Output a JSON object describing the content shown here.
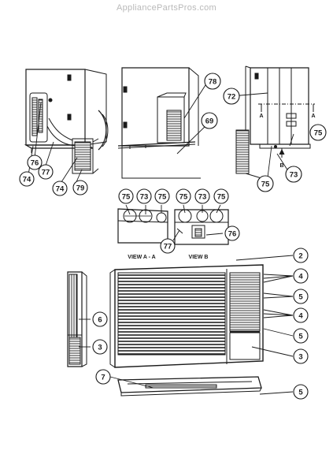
{
  "watermark": "AppliancePartsPros.com",
  "view_labels": {
    "view_aa": "VIEW A - A",
    "view_b": "VIEW B"
  },
  "section_letters": {
    "a_left": "A",
    "a_right": "A",
    "b": "B"
  },
  "callouts": {
    "c76_top": "76",
    "c77_top": "77",
    "c74_left": "74",
    "c74_mid": "74",
    "c79": "79",
    "c78": "78",
    "c69": "69",
    "c72": "72",
    "c75_right": "75",
    "c73_right": "73",
    "c75_lower": "75",
    "c75_aa_l": "75",
    "c73_aa": "73",
    "c75_aa_r": "75",
    "c75_b_l": "75",
    "c73_b": "73",
    "c75_b_r": "75",
    "c77_b": "77",
    "c76_b": "76",
    "c2": "2",
    "c4a": "4",
    "c5a": "5",
    "c4b": "4",
    "c5b": "5",
    "c3_right": "3",
    "c6": "6",
    "c3_left": "3",
    "c7": "7",
    "c5_bottom": "5"
  },
  "colors": {
    "ink": "#1a1a1a",
    "watermark": "#b9b9b9"
  }
}
